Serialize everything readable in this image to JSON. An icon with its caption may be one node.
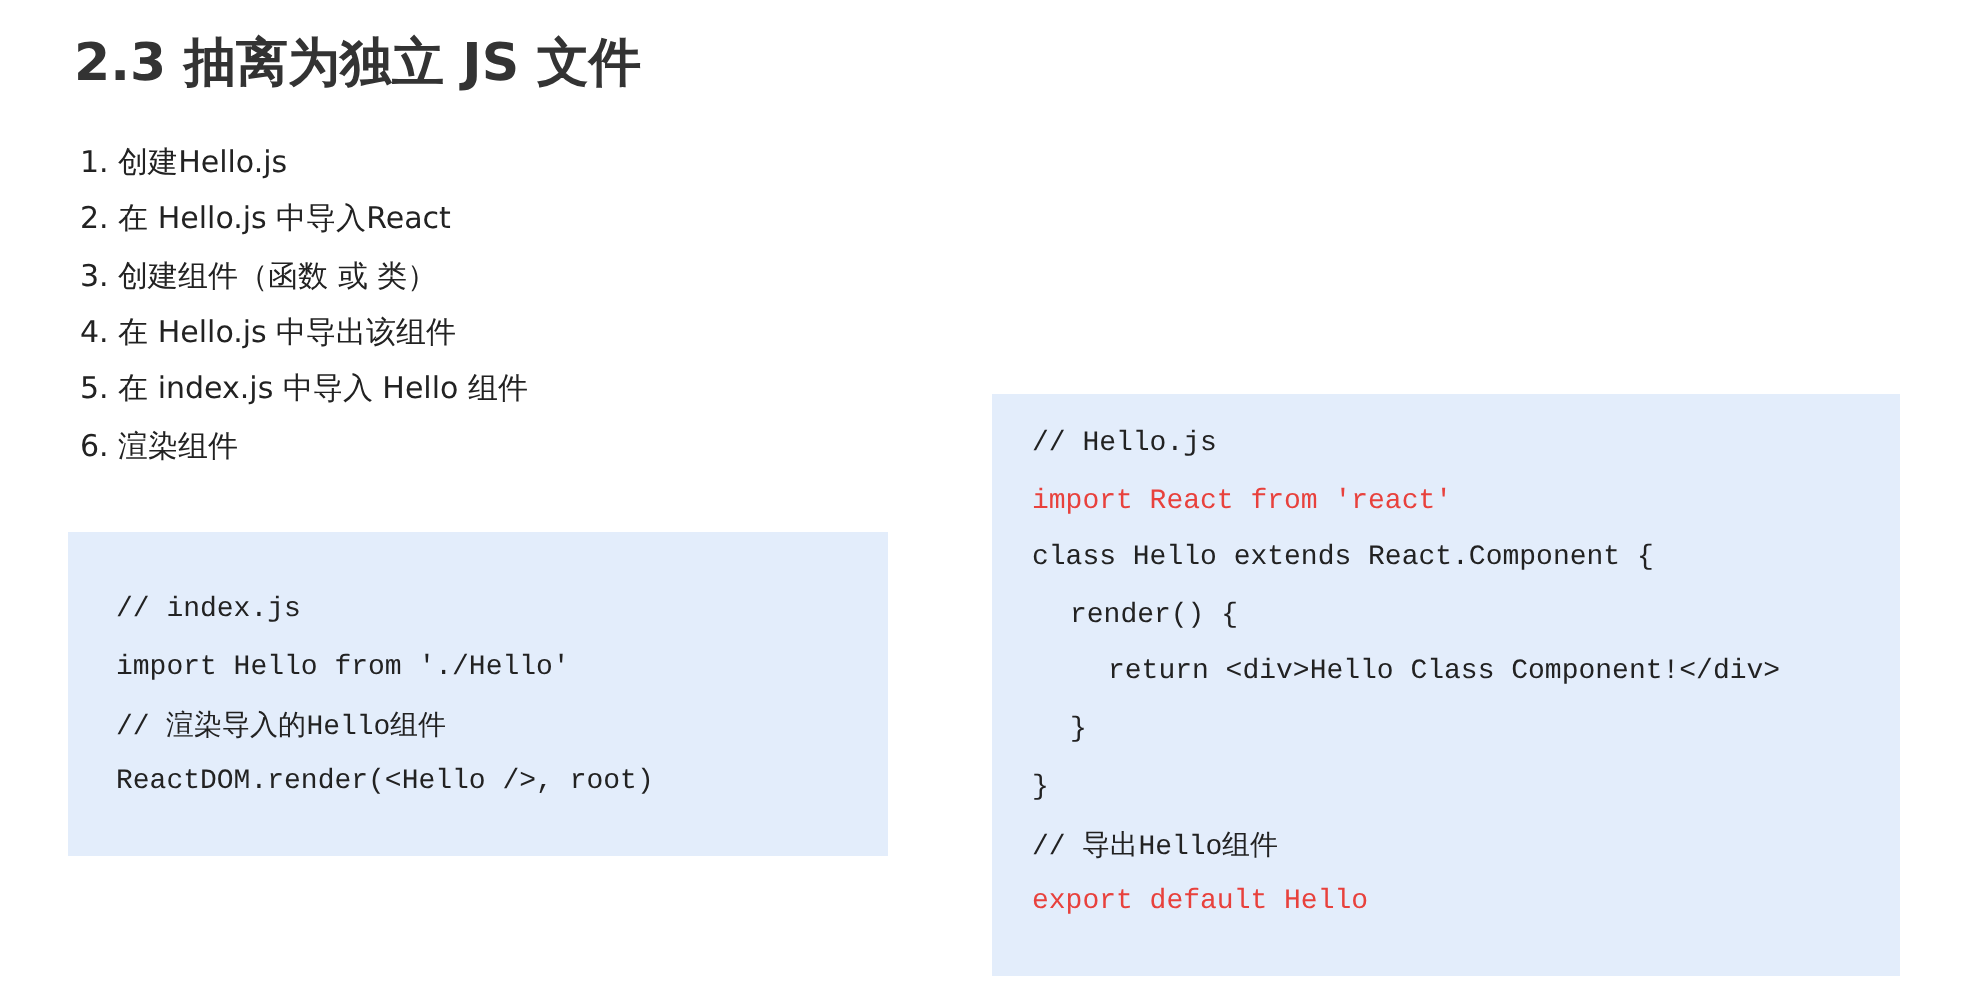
{
  "diagram": {
    "title": "2.3 抽离为独立 JS 文件",
    "labels": [
      "1. 创建Hello.js",
      "2. 在 Hello.js 中导入React",
      "3. 创建组件（函数 或 类）",
      "4. 在 Hello.js 中导出该组件",
      "5. 在 index.js 中导入 Hello 组件",
      "6. 渲染组件",
      "// index.js",
      "import Hello from './Hello'",
      "// 渲染导入的Hello组件",
      "ReactDOM.render(<Hello />, root)",
      "// Hello.js",
      "import React from 'react'",
      "class Hello extends React.Component {",
      "render() {",
      "return <div>Hello Class Component!</div>",
      "}",
      "}",
      "// 导出Hello组件",
      "export default Hello"
    ]
  }
}
